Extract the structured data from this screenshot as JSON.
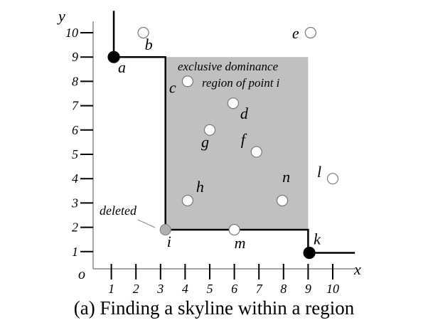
{
  "chart_data": {
    "type": "scatter",
    "title": "(a) Finding a skyline within a region",
    "xlabel": "x",
    "ylabel": "y",
    "origin_label": "o",
    "xlim": [
      0,
      11
    ],
    "ylim": [
      0,
      11
    ],
    "xticks": [
      "1",
      "2",
      "3",
      "4",
      "5",
      "6",
      "7",
      "8",
      "9",
      "10"
    ],
    "yticks": [
      "1",
      "2",
      "3",
      "4",
      "5",
      "6",
      "7",
      "8",
      "9",
      "10"
    ],
    "grid": false,
    "points": [
      {
        "label": "a",
        "x": 1.1,
        "y": 9.0,
        "kind": "skyline"
      },
      {
        "label": "b",
        "x": 2.3,
        "y": 10.0,
        "kind": "normal"
      },
      {
        "label": "c",
        "x": 4.1,
        "y": 8.0,
        "kind": "normal"
      },
      {
        "label": "d",
        "x": 5.95,
        "y": 7.1,
        "kind": "normal"
      },
      {
        "label": "e",
        "x": 9.1,
        "y": 10.0,
        "kind": "normal"
      },
      {
        "label": "f",
        "x": 6.9,
        "y": 5.1,
        "kind": "normal"
      },
      {
        "label": "g",
        "x": 5.0,
        "y": 6.0,
        "kind": "normal"
      },
      {
        "label": "h",
        "x": 4.1,
        "y": 3.1,
        "kind": "normal"
      },
      {
        "label": "i",
        "x": 3.2,
        "y": 1.9,
        "kind": "deleted"
      },
      {
        "label": "k",
        "x": 9.05,
        "y": 0.95,
        "kind": "skyline"
      },
      {
        "label": "l",
        "x": 10.0,
        "y": 4.0,
        "kind": "normal"
      },
      {
        "label": "m",
        "x": 6.0,
        "y": 1.9,
        "kind": "normal"
      },
      {
        "label": "n",
        "x": 7.95,
        "y": 3.1,
        "kind": "normal"
      }
    ],
    "skyline": [
      [
        1.1,
        10.9
      ],
      [
        1.1,
        9.0
      ],
      [
        3.2,
        9.0
      ],
      [
        3.2,
        1.9
      ],
      [
        9.0,
        1.9
      ],
      [
        9.0,
        0.95
      ],
      [
        10.9,
        0.95
      ]
    ],
    "region": {
      "x": [
        3.2,
        9.0
      ],
      "y": [
        1.9,
        9.0
      ],
      "label_line1": "exclusive dominance",
      "label_line2": "region of point i"
    },
    "annotations": {
      "deleted": "deleted"
    },
    "colors": {
      "region": "#c0c0c0",
      "deleted_point": "#b0b0b0",
      "skyline_point": "#000000",
      "normal_point": "#ffffff"
    }
  }
}
